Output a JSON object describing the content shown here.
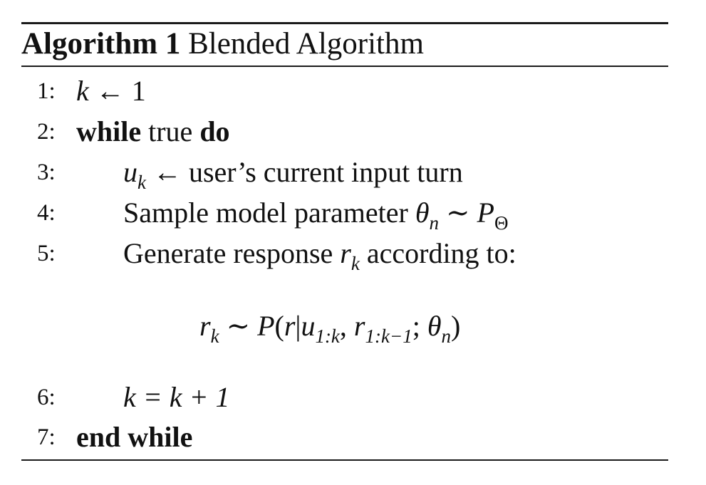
{
  "algorithm": {
    "label": "Algorithm 1",
    "name": "Blended Algorithm"
  },
  "lines": {
    "n1": "1:",
    "n2": "2:",
    "n3": "3:",
    "n4": "4:",
    "n5": "5:",
    "n6": "6:",
    "n7": "7:",
    "l1_var": "k",
    "l1_rest": " ← 1",
    "l2_while": "while",
    "l2_cond": " true ",
    "l2_do": "do",
    "l3_var": "u",
    "l3_sub": "k",
    "l3_rest": " ← user’s current input turn",
    "l4_text": "Sample model parameter ",
    "l4_theta": "θ",
    "l4_theta_sub": "n",
    "l4_sim": " ∼ ",
    "l4_P": "P",
    "l4_P_sub": "Θ",
    "l5_text": "Generate response ",
    "l5_r": "r",
    "l5_r_sub": "k",
    "l5_rest": " according to:",
    "l6_text": "k = k + 1",
    "l7_text": "end while"
  },
  "equation": {
    "r": "r",
    "r_sub": "k",
    "sim": " ∼ ",
    "P": "P",
    "open": "(",
    "r2": "r",
    "bar": "|",
    "u": "u",
    "u_sub": "1:k",
    "comma": ", ",
    "r3": "r",
    "r3_sub": "1:k−1",
    "semi": "; ",
    "theta": "θ",
    "theta_sub": "n",
    "close": ")"
  }
}
